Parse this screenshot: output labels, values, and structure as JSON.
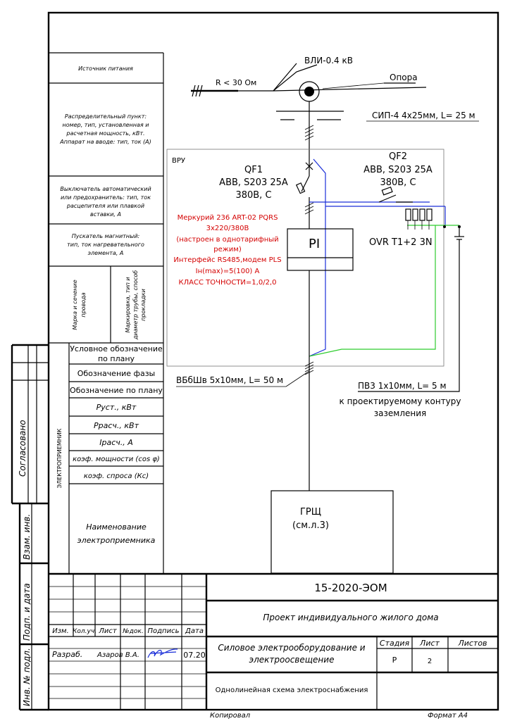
{
  "legend": {
    "power_source": "Источник питания",
    "distribution_point": [
      "Распределительный пункт:",
      "номер, тип, установленная и",
      "расчетная мощность, кВт.",
      "Аппарат на вводе: тип, ток (А)"
    ],
    "switch_fuse": [
      "Выключатель автоматический",
      "или предохранитель: тип, ток",
      "расцепителя или плавкой",
      "вставки, А"
    ],
    "starter": [
      "Пускатель магнитный:",
      "тип, ток нагревательного",
      "элемента, А"
    ],
    "cable_brand": [
      "Марка и сечение",
      "провода"
    ],
    "cable_marking": [
      "Маркировка, тип и",
      "диаметр трубы, способ",
      "прокладки"
    ],
    "consumers_label": "ЭЛЕКТРОПРИЕМНИК",
    "rows": [
      [
        "Условное обозначение",
        "по плану"
      ],
      [
        "Обозначение фазы"
      ],
      [
        "Обозначение по плану"
      ],
      [
        "Руст., кВт"
      ],
      [
        "Ррасч., кВт"
      ],
      [
        "Iрасч., А"
      ],
      [
        "коэф. мощности (cos φ)"
      ],
      [
        "коэф. спроса (Кс)"
      ],
      [
        "Наименование",
        "электроприемника"
      ]
    ]
  },
  "side_stamp": {
    "agreed": "Согласовано",
    "inv_replace": "Взам. инв.",
    "sign_date": "Подп. и дата",
    "inv_orig": "Инв. № подл."
  },
  "diagram": {
    "line_label": "ВЛИ-0.4 кВ",
    "ground_r": "R < 30 Ом",
    "pole": "Опора",
    "sip": "СИП-4 4х25мм, L= 25 м",
    "vru": "ВРУ",
    "qf1": [
      "QF1",
      "ABB, S203 25A",
      "380В, С"
    ],
    "qf2": [
      "QF2",
      "ABB, S203 25A",
      "380В, С"
    ],
    "meter": [
      "Меркурий 236 ART-02 PQRS",
      "3х220/380В",
      "(настроен в однотарифный",
      "режим)",
      "Интерфейс RS485,модем PLS",
      "Iн(max)=5(100) А",
      "КЛАСС ТОЧНОСТИ=1,0/2,0"
    ],
    "pi": "PI",
    "ovr": "OVR T1+2 3N",
    "vbbshv": "ВБбШв 5х10мм, L= 50 м",
    "pv3": [
      "ПВ3 1х10мм, L= 5 м",
      "к проектируемому контуру",
      "заземления"
    ],
    "grsch": [
      "ГРЩ",
      "(см.л.3)"
    ]
  },
  "title_block": {
    "code": "15-2020-ЭОМ",
    "project": "Проект индивидуального жилого дома",
    "headers": [
      "Изм.",
      "Кол.уч.",
      "Лист",
      "№док.",
      "Подпись",
      "Дата"
    ],
    "developer_role": "Разраб.",
    "developer_name": "Азаров В.А.",
    "date": "07.20",
    "sheet_title": [
      "Силовое электрооборудование и",
      "электроосвещение"
    ],
    "stage_label": "Стадия",
    "sheet_label": "Лист",
    "sheets_label": "Листов",
    "stage": "Р",
    "sheet": "2",
    "sheets": "",
    "drawing_title": "Однолинейная схема электроснабжения",
    "copied": "Копировал",
    "format": "Формат А4"
  }
}
